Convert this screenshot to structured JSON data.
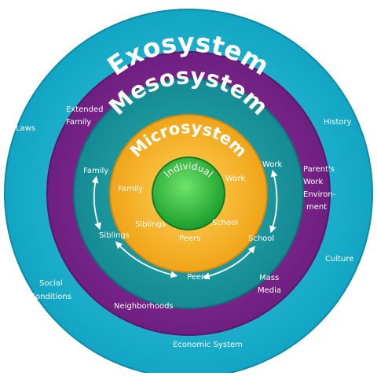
{
  "colors": {
    "macro": "#18b4cf",
    "exo": "#842a92",
    "meso": "#1d9aa0",
    "micro": "#f6b422",
    "individual": "#26b838",
    "label": "#ffffff"
  },
  "rings": {
    "macro": {
      "title": "Macrosystem"
    },
    "exo": {
      "title": "Exosystem"
    },
    "meso": {
      "title": "Mesosystem"
    },
    "micro": {
      "title": "Microsystem"
    },
    "individual": {
      "title": "Individual"
    }
  },
  "macro_items": {
    "laws": "Laws",
    "history": "History",
    "social_1": "Social",
    "social_2": "Conditions",
    "culture": "Culture",
    "economic": "Economic System"
  },
  "exo_items": {
    "extended_1": "Extended",
    "extended_2": "Family",
    "parent_1": "Parent's",
    "parent_2": "Work",
    "parent_3": "Environ-",
    "parent_4": "ment",
    "mass_1": "Mass",
    "mass_2": "Media",
    "neighborhoods": "Neighborhoods"
  },
  "meso_items": {
    "family": "Family",
    "work": "Work",
    "siblings": "Siblings",
    "school": "School",
    "peers": "Peers"
  },
  "micro_items": {
    "family": "Family",
    "work": "Work",
    "siblings": "Siblings",
    "school": "School",
    "peers": "Peers"
  }
}
